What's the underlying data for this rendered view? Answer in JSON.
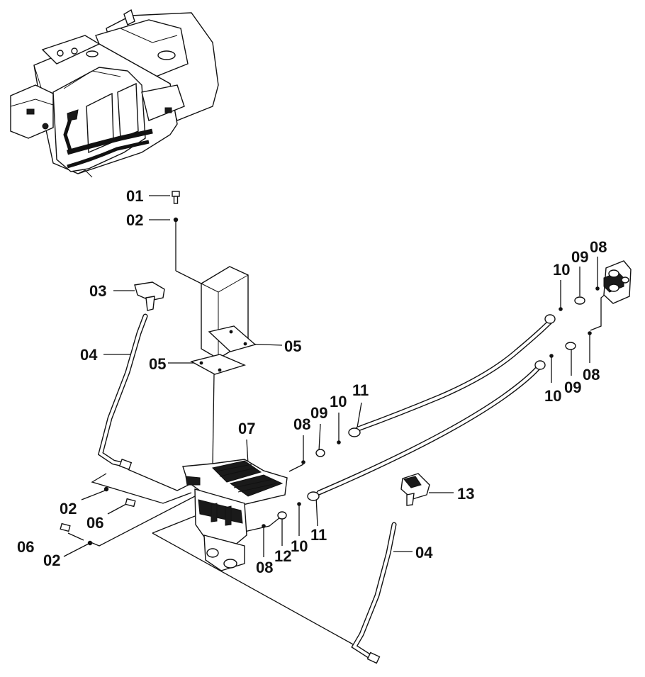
{
  "labels": {
    "p01": "01",
    "p02_top": "02",
    "p03": "03",
    "p04_left": "04",
    "p05_left": "05",
    "p05_right": "05",
    "p07": "07",
    "p02_mid": "02",
    "p06_mid": "06",
    "p06_low": "06",
    "p02_low": "02",
    "p08_a": "08",
    "p09_a": "09",
    "p10_a": "10",
    "p11_a": "11",
    "p10_b": "10",
    "p09_b": "09",
    "p08_b": "08",
    "p08_c": "08",
    "p10_c": "10",
    "p09_c": "09",
    "p11_b": "11",
    "p10_d": "10",
    "p12": "12",
    "p08_d": "08",
    "p13": "13",
    "p04_right": "04"
  },
  "colors": {
    "ink": "#111111",
    "paper": "#ffffff"
  }
}
